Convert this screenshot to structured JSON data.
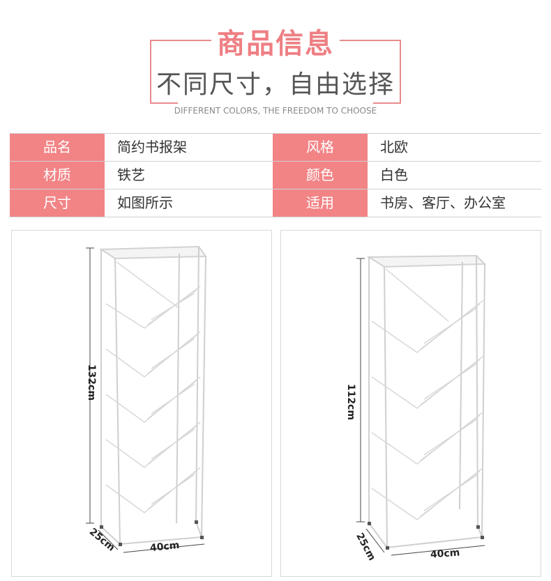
{
  "header": {
    "title": "商品信息",
    "subtitle": "不同尺寸，自由选择",
    "subtitle_en": "DIFFERENT COLORS, THE FREEDOM TO CHOOSE",
    "accent_color": "#ee7f83"
  },
  "specs": [
    {
      "label": "品名",
      "value": "简约书报架",
      "label2": "风格",
      "value2": "北欧"
    },
    {
      "label": "材质",
      "value": "铁艺",
      "label2": "颜色",
      "value2": "白色"
    },
    {
      "label": "尺寸",
      "value": "如图所示",
      "label2": "适用",
      "value2": "书房、客厅、办公室"
    }
  ],
  "products": [
    {
      "height_label": "132cm",
      "depth_label": "25cm",
      "width_label": "40cm"
    },
    {
      "height_label": "112cm",
      "depth_label": "25cm",
      "width_label": "40cm"
    }
  ]
}
